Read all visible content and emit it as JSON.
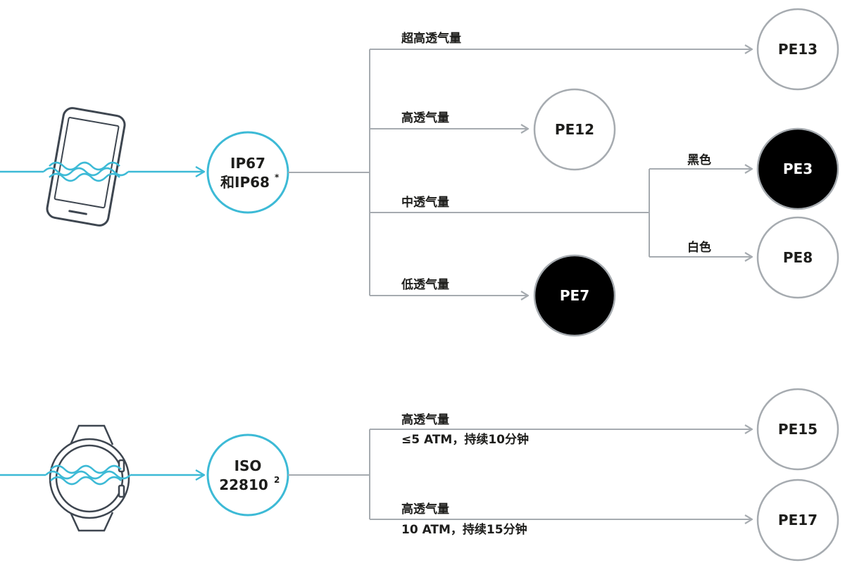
{
  "colors": {
    "accent": "#3dbad6",
    "line": "#a6abb0",
    "node_border": "#a6abb0",
    "dark_fill": "#000000",
    "device": "#3e4650"
  },
  "icons": {
    "phone": "smartphone-icon",
    "watch": "smartwatch-icon",
    "water": "water-wave-icon"
  },
  "phone_section": {
    "standard": {
      "line1": "IP67",
      "line2": "和IP68",
      "sup": "*"
    },
    "branches": {
      "ultra_high": "超高透气量",
      "high": "高透气量",
      "medium": "中透气量",
      "low": "低透气量",
      "black": "黑色",
      "white": "白色"
    },
    "products": {
      "pe13": "PE13",
      "pe12": "PE12",
      "pe3": "PE3",
      "pe8": "PE8",
      "pe7": "PE7"
    }
  },
  "watch_section": {
    "standard": {
      "line1": "ISO",
      "line2": "22810",
      "sup": "2"
    },
    "branches": {
      "upper_title": "高透气量",
      "upper_detail": "≤5 ATM，持续10分钟",
      "lower_title": "高透气量",
      "lower_detail": "10 ATM，持续15分钟"
    },
    "products": {
      "pe15": "PE15",
      "pe17": "PE17"
    }
  }
}
